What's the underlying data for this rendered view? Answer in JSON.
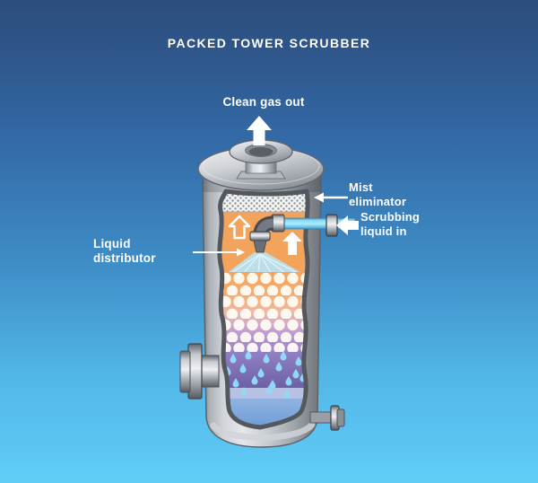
{
  "title": "PACKED TOWER SCRUBBER",
  "labels": {
    "clean_gas_out": "Clean gas out",
    "mist_eliminator": {
      "line1": "Mist",
      "line2": "eliminator"
    },
    "scrubbing_liquid_in": {
      "line1": "Scrubbing",
      "line2": "liquid in"
    },
    "liquid_distributor": {
      "line1": "Liquid",
      "line2": "distributor"
    }
  },
  "colors": {
    "background_top": "#2b4d7c",
    "background_bottom": "#60cdf7",
    "label_text": "#ffffff",
    "shell_light": "#e4e6e9",
    "shell_dark": "#6e7279",
    "cut_edge": "#53575e",
    "mist_mesh_dot": "#8d939e",
    "spray_chamber_orange": "#f3a45c",
    "packing_ball_white": "#fffdf6",
    "packing_bottom_purple": "#9781c2",
    "droplet_cyan": "#8fd9f6",
    "lavender_band": "#b7c1e3",
    "liquid_pool_blue": "#74a3d8",
    "pipe_cyan": "#8edff8",
    "spray_cone_blue": "#b8e4f6"
  }
}
